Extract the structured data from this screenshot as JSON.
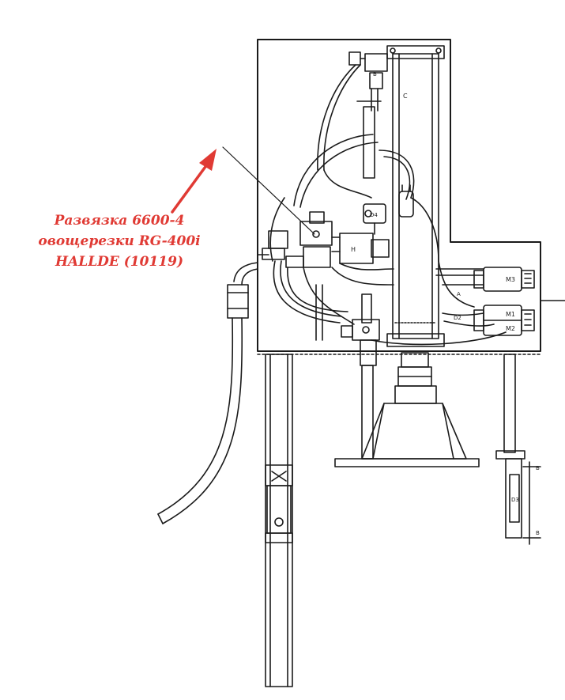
{
  "annotation": {
    "lines": [
      "Развязка 6600-4",
      "овощерезки RG-400i",
      "HALLDE (10119)"
    ],
    "color": "#e03a34"
  },
  "labels": {
    "cylinder": "C",
    "valve_top": "B",
    "solenoid": "H",
    "sensor_small": "D4",
    "motor_m3": "M3",
    "motor_m1": "M1",
    "motor_m2": "M2",
    "part_a": "A",
    "part_d2": "D2",
    "part_d3": "D3",
    "dim_b_top": "B",
    "dim_b_bottom": "B"
  },
  "colors": {
    "line": "#1a1a1a",
    "arrow": "#e03a34"
  }
}
